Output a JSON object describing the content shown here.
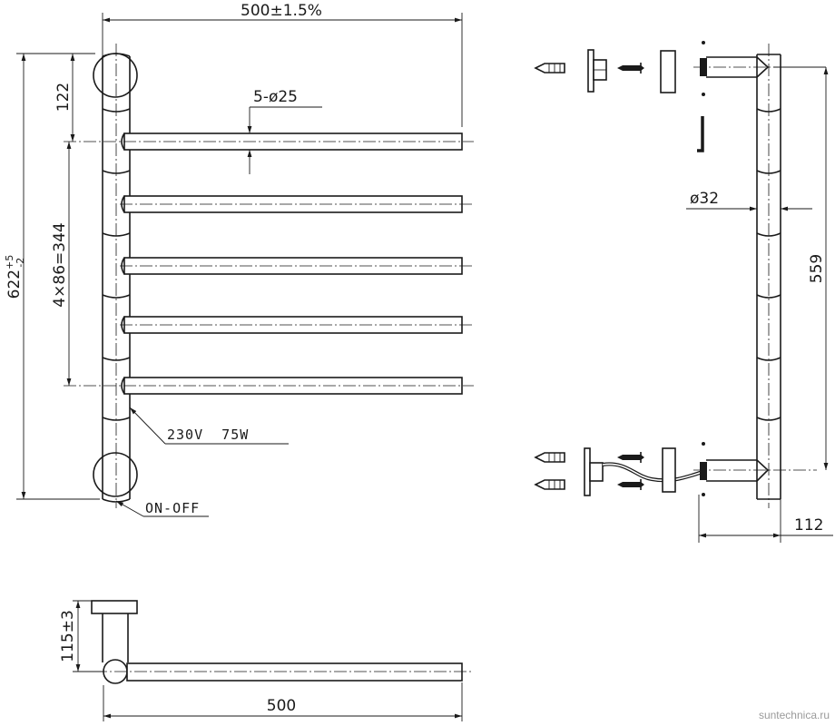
{
  "front_view": {
    "width_dim": "500±1.5%",
    "bar_dim": "5-ø25",
    "top_offset_dim": "122",
    "total_height_dim": "622",
    "total_height_tol_upper": "+5",
    "total_height_tol_lower": "-2",
    "spacing_dim": "4×86=344",
    "power_label": "230V  75W",
    "switch_label": "ON-OFF"
  },
  "side_view": {
    "pipe_dim": "ø32",
    "height_dim": "559",
    "depth_dim": "112"
  },
  "top_view": {
    "depth_dim": "115±3",
    "width_dim": "500"
  },
  "watermark": "suntechnica.ru"
}
